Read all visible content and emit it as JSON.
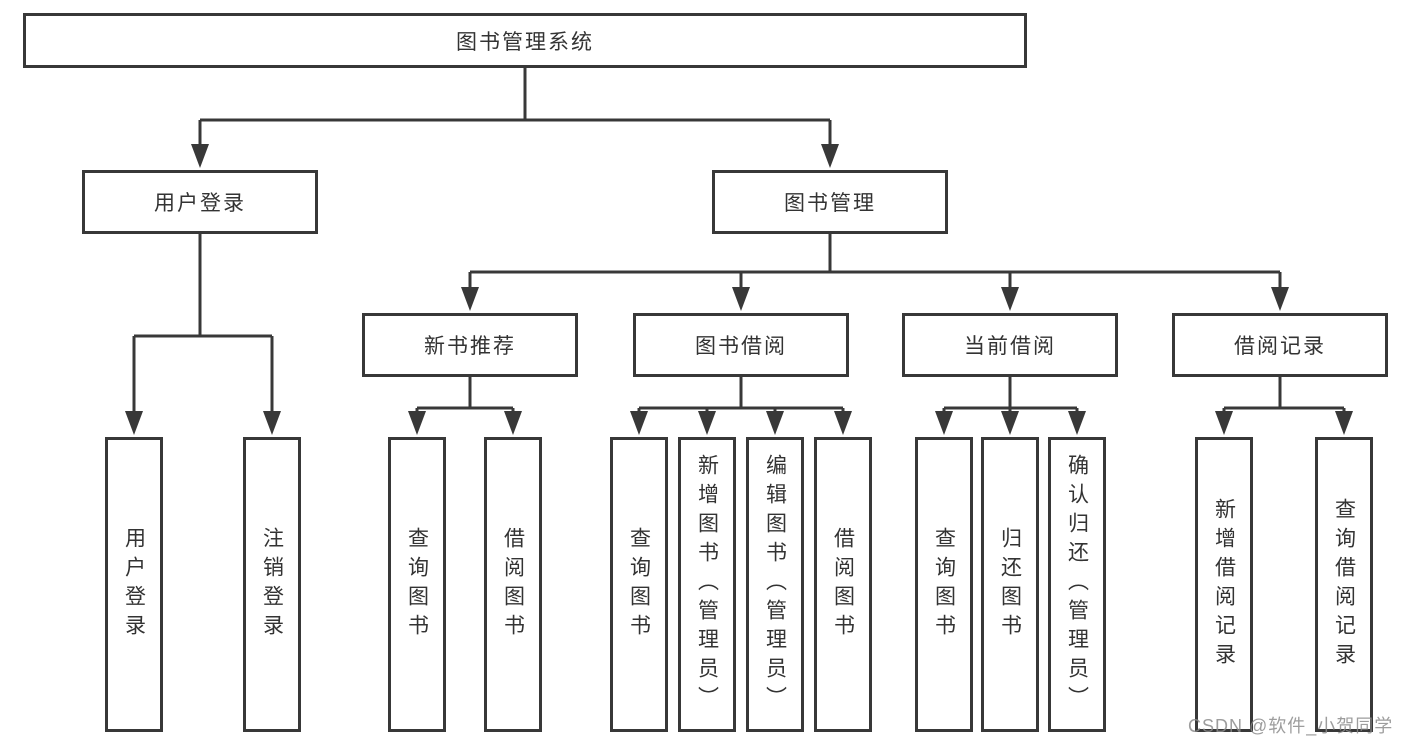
{
  "diagram_title": "图书管理系统",
  "tree": {
    "label": "图书管理系统",
    "children": [
      {
        "label": "用户登录",
        "children": [
          {
            "label": "用户登录"
          },
          {
            "label": "注销登录"
          }
        ]
      },
      {
        "label": "图书管理",
        "children": [
          {
            "label": "新书推荐",
            "children": [
              {
                "label": "查询图书"
              },
              {
                "label": "借阅图书"
              }
            ]
          },
          {
            "label": "图书借阅",
            "children": [
              {
                "label": "查询图书"
              },
              {
                "label": "新增图书（管理员）"
              },
              {
                "label": "编辑图书（管理员）"
              },
              {
                "label": "借阅图书"
              }
            ]
          },
          {
            "label": "当前借阅",
            "children": [
              {
                "label": "查询图书"
              },
              {
                "label": "归还图书"
              },
              {
                "label": "确认归还（管理员）"
              }
            ]
          },
          {
            "label": "借阅记录",
            "children": [
              {
                "label": "新增借阅记录"
              },
              {
                "label": "查询借阅记录"
              }
            ]
          }
        ]
      }
    ]
  },
  "watermark": "CSDN @软件_小贺同学",
  "style": {
    "stroke_color": "#383838",
    "background_color": "#ffffff",
    "text_color": "#333333",
    "watermark_color": "#8c8c8c"
  }
}
